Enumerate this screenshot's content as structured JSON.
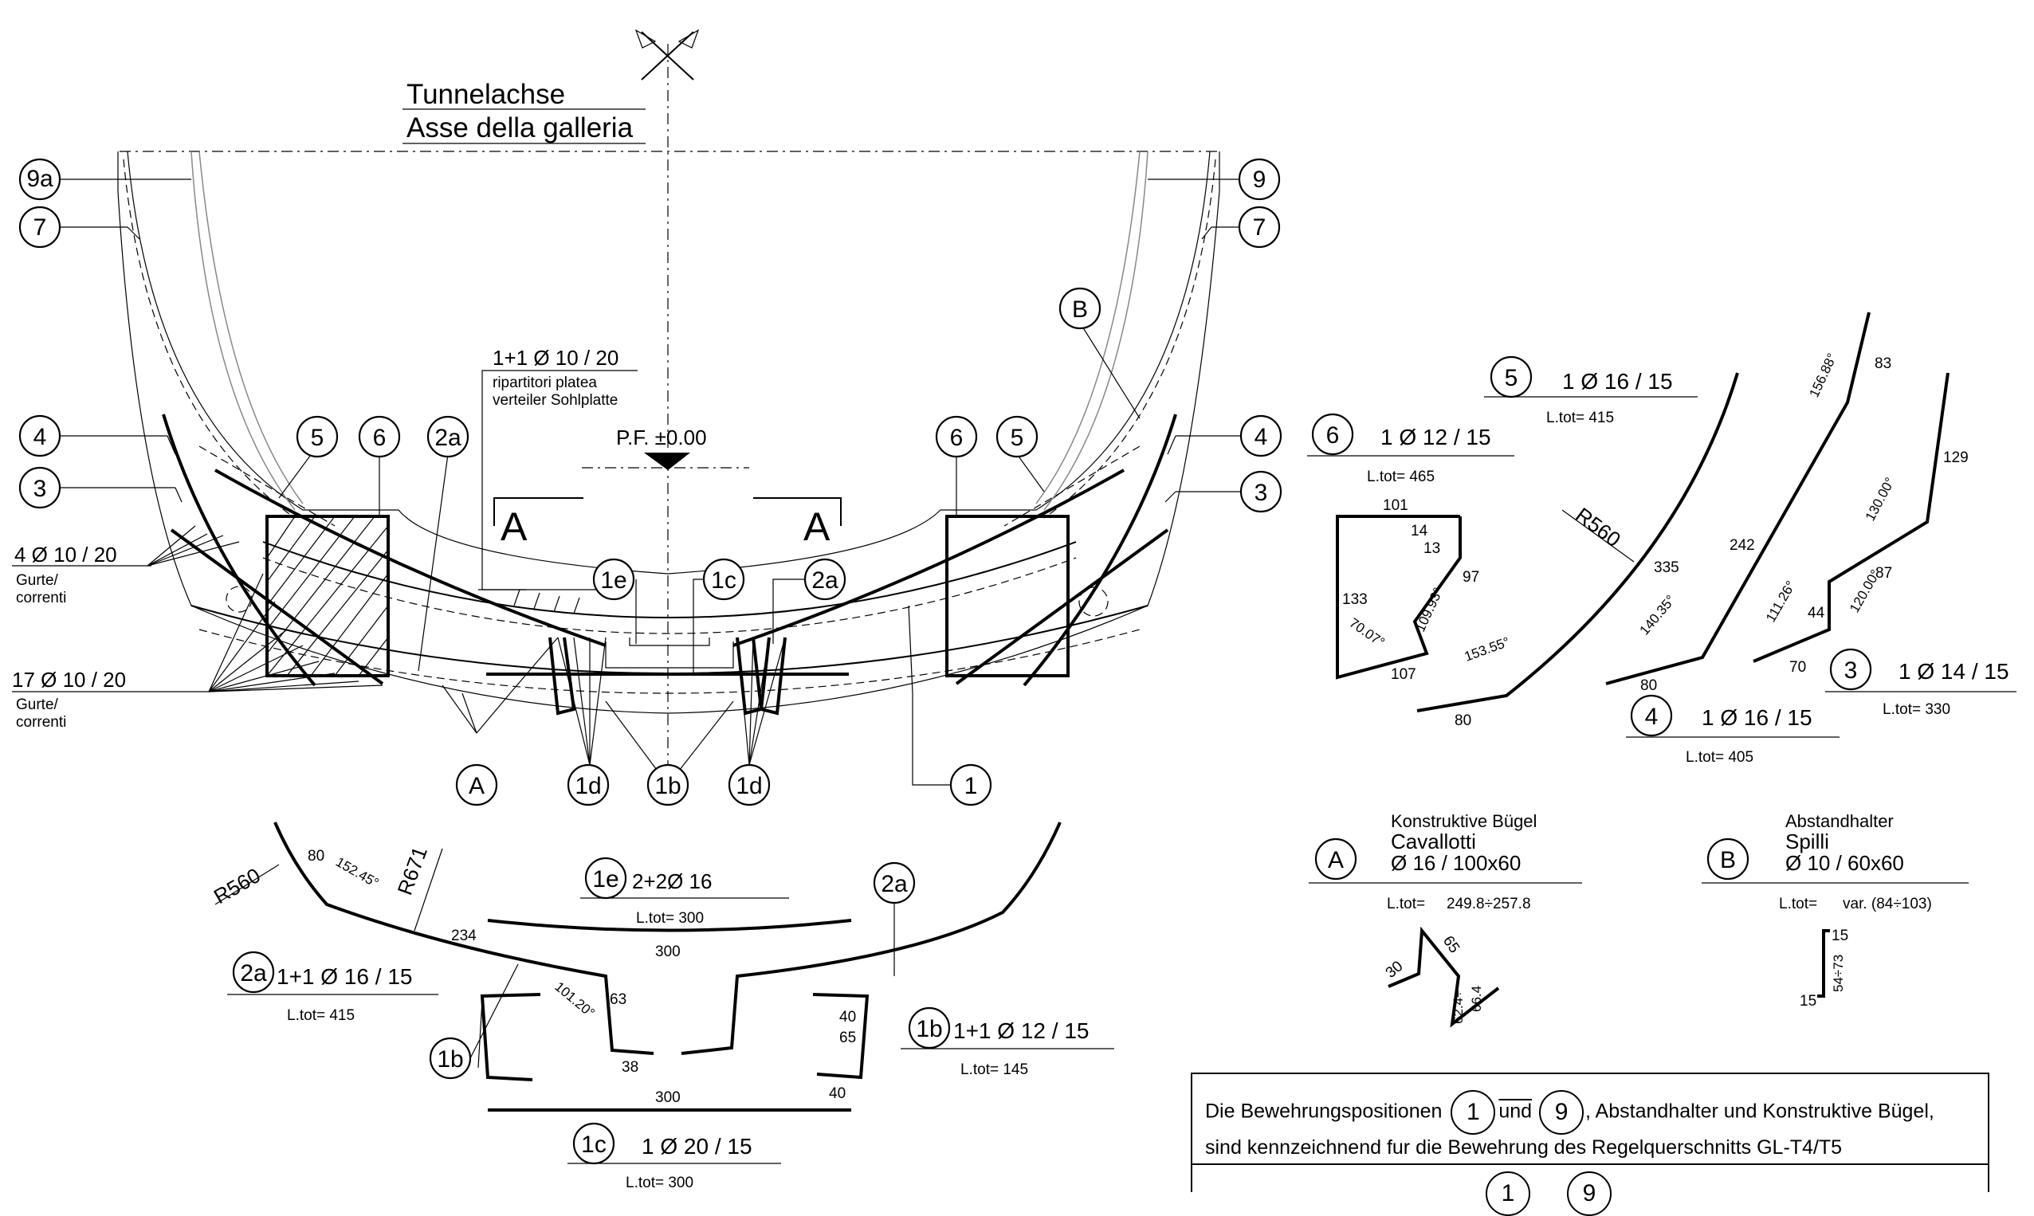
{
  "axis": {
    "label_de": "Tunnelachse",
    "label_it": "Asse della galleria",
    "pf": "P.F. ±0.00"
  },
  "section_marks": [
    "A",
    "A"
  ],
  "top_bar_note": {
    "text": "1+1 Ø 10 / 20",
    "sub1": "ripartitori platea",
    "sub2": "verteiler Sohlplatte"
  },
  "left_callouts": {
    "c1": {
      "text": "4 Ø 10 / 20",
      "sub1": "Gurte/",
      "sub2": "correnti"
    },
    "c2": {
      "text": "17 Ø 10 / 20",
      "sub1": "Gurte/",
      "sub2": "correnti"
    }
  },
  "markers": {
    "m9a": "9a",
    "m7l": "7",
    "m4l": "4",
    "m3l": "3",
    "m5l": "5",
    "m6l": "6",
    "m2al": "2a",
    "m9": "9",
    "m7r": "7",
    "mB": "B",
    "m4r": "4",
    "m3r": "3",
    "m5r": "5",
    "m6r": "6",
    "m1e": "1e",
    "m1c": "1c",
    "m2ar": "2a",
    "mA": "A",
    "m1dl": "1d",
    "m1b": "1b",
    "m1dr": "1d",
    "m1": "1"
  },
  "pos5": {
    "marker": "5",
    "spec": "1 Ø 16 / 15",
    "ltot": "L.tot= 415",
    "radius": "R560",
    "seg1": "335",
    "seg2": "80",
    "angle": "153.55°"
  },
  "pos6": {
    "marker": "6",
    "spec": "1 Ø 12 / 15",
    "ltot": "L.tot= 465",
    "top": "101",
    "d14": "14",
    "d13": "13",
    "right": "97",
    "left": "133",
    "bottom": "107",
    "a1": "70.07°",
    "a2": "109.93°"
  },
  "pos4": {
    "marker": "4",
    "spec": "1 Ø 16 / 15",
    "ltot": "L.tot= 405",
    "seg_top": "83",
    "seg_mid": "242",
    "seg_bot": "80",
    "a_top": "156.88°",
    "a_bot": "140.35°"
  },
  "pos3": {
    "marker": "3",
    "spec": "1 Ø 14 / 15",
    "ltot": "L.tot= 330",
    "seg_top": "129",
    "seg_87": "87",
    "seg_44": "44",
    "seg_70": "70",
    "a130": "130.00°",
    "a120": "120.00°",
    "a111": "111.26°"
  },
  "posA": {
    "marker": "A",
    "t1": "Konstruktive Bügel",
    "t2": "Cavallotti",
    "spec": "Ø 16 / 100x60",
    "ltot_label": "L.tot=",
    "ltot_val": "249.8÷257.8",
    "d30": "30",
    "d65": "65",
    "d62": "62.4÷",
    "d66": "66.4"
  },
  "posB": {
    "marker": "B",
    "t1": "Abstandhalter",
    "t2": "Spilli",
    "spec": "Ø 10 / 60x60",
    "ltot_label": "L.tot=",
    "ltot_val": "var. (84÷103)",
    "d15a": "15",
    "d15b": "15",
    "d54": "54÷73"
  },
  "pos2a": {
    "marker": "2a",
    "marker2": "2a",
    "spec": "1+1 Ø 16 / 15",
    "ltot": "L.tot= 415",
    "r560": "R560",
    "r671": "R671",
    "d80": "80",
    "a152": "152.45°",
    "d234": "234",
    "a101": "101.20°",
    "d63": "63",
    "d38": "38"
  },
  "pos1e": {
    "marker": "1e",
    "spec": "2+2Ø 16",
    "ltot": "L.tot= 300",
    "d300": "300"
  },
  "pos1b": {
    "marker": "1b",
    "marker2": "1b",
    "spec": "1+1 Ø 12 / 15",
    "ltot": "L.tot= 145",
    "d40a": "40",
    "d65": "65",
    "d40b": "40"
  },
  "pos1c": {
    "marker": "1c",
    "spec": "1 Ø 20 / 15",
    "ltot": "L.tot= 300",
    "d300": "300"
  },
  "note": {
    "row1_a": "Die  Bewehrungspositionen",
    "row1_m1": "1",
    "row1_und": "und",
    "row1_m9": "9",
    "row1_b": ", Abstandhalter und Konstruktive Bügel,",
    "row2": "sind kennzeichnend fur die Bewehrung des Regelquerschnitts GL-T4/T5",
    "row3_m1": "1",
    "row3_m9": "9"
  }
}
